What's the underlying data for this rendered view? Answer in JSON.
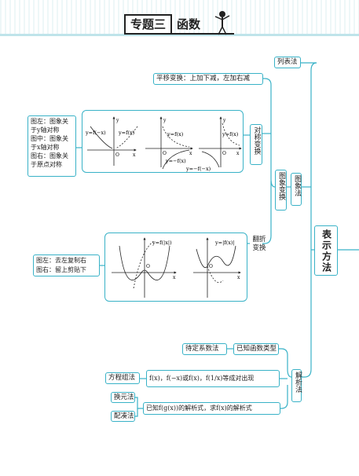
{
  "header": {
    "topic": "专题三",
    "title": "函数"
  },
  "root": {
    "label": "表示方法"
  },
  "methods": {
    "list": "列表法",
    "image": "图象法",
    "analytic": "解析法"
  },
  "image_transform": {
    "label": "图象变换",
    "shift": "平移变换：上加下减，左加右减",
    "symmetry": {
      "label": "对称变换",
      "note_left": "图左：图象关于y轴对称",
      "note_mid": "图中：图象关于x轴对称",
      "note_right": "图右：图象关于原点对称",
      "g1_left": "y=f(−x)",
      "g1_right": "y=f(x)",
      "g2_top": "y=f(x)",
      "g2_bottom": "y=−f(x)",
      "g3_top": "y=f(x)",
      "g3_bottom": "y=−f(−x)"
    },
    "flip": {
      "label": "翻折变换",
      "note_left": "图左：去左复制右",
      "note_right": "图右：留上剪贴下",
      "g1_label": "y=f(|x|)",
      "g2_label": "y=|f(x)|"
    }
  },
  "analytic": {
    "known_type": "已知函数类型",
    "undetermined": "待定系数法",
    "equation_method": "方程组法",
    "equation_cond": "f(x)，f(−x)或f(x)，f(1/x)等成对出现",
    "substitution": "换元法",
    "completing": "配凑法",
    "composite_cond": "已知f(g(x))的解析式，求f(x)的解析式"
  },
  "axis": {
    "x": "x",
    "y": "y",
    "o": "O"
  }
}
